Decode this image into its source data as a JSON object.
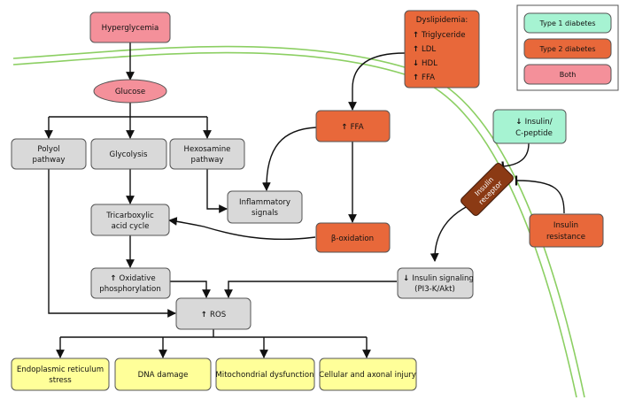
{
  "nodes": {
    "hyperglycemia": "Hyperglycemia",
    "glucose": "Glucose",
    "polyol": [
      "Polyol",
      "pathway"
    ],
    "glycolysis": "Glycolysis",
    "hexosamine": [
      "Hexosamine",
      "pathway"
    ],
    "tca": [
      "Tricarboxylic",
      "acid cycle"
    ],
    "oxphos": [
      "Oxidative",
      "phosphorylation"
    ],
    "ros": "ROS",
    "inflammatory": [
      "Inflammatory",
      "signals"
    ],
    "ffa": "FFA",
    "beta_oxidation": "β-oxidation",
    "insulin_signaling": [
      "Insulin signaling",
      "(PI3-K/Akt)"
    ],
    "insulin_receptor": [
      "Insulin",
      "receptor"
    ],
    "insulin_cpeptide": [
      "Insulin/",
      "C-peptide"
    ],
    "insulin_resistance": [
      "Insulin",
      "resistance"
    ],
    "dyslipidemia": {
      "title": "Dyslipidemia:",
      "items": [
        {
          "dir": "up",
          "label": "Triglyceride"
        },
        {
          "dir": "up",
          "label": "LDL"
        },
        {
          "dir": "down",
          "label": "HDL"
        },
        {
          "dir": "up",
          "label": "FFA"
        }
      ]
    },
    "outcomes": {
      "er_stress": [
        "Endoplasmic reticulum",
        "stress"
      ],
      "dna_damage": "DNA damage",
      "mito": "Mitochondrial dysfunction",
      "axonal": "Cellular and axonal injury"
    }
  },
  "legend": {
    "type1": "Type 1 diabetes",
    "type2": "Type 2 diabetes",
    "both": "Both"
  },
  "colors": {
    "gray_box": "#d9d9d9",
    "yellow_box": "#ffff99",
    "type1": "#a6f3d2",
    "type2": "#e8683a",
    "both": "#f4909a",
    "receptor": "#8b3a14",
    "membrane": "#8ccf63"
  }
}
